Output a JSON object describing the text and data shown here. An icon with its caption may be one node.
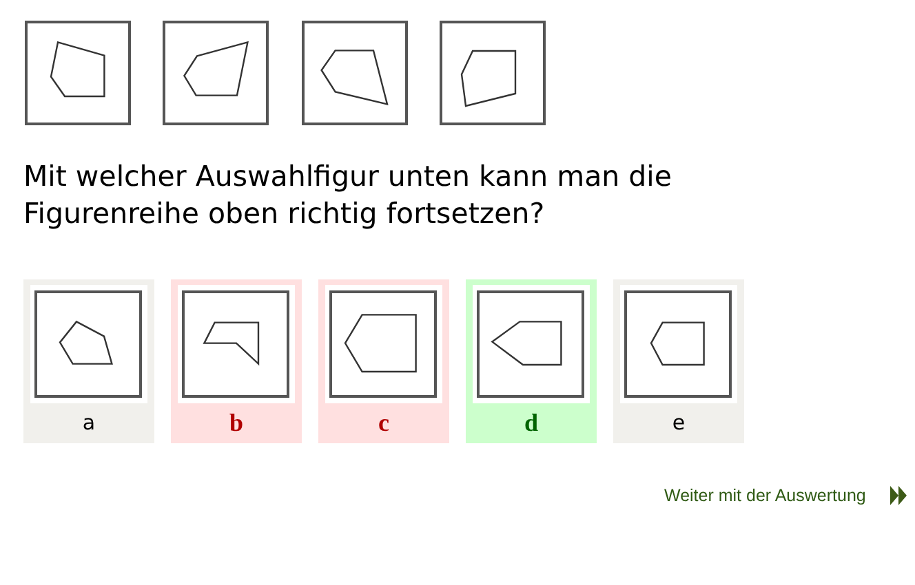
{
  "diagram": {
    "nodes": [
      {
        "text": [],
        "shape": "picture"
      },
      {
        "text": [],
        "shape": "picture"
      },
      {
        "text": [],
        "shape": "picture"
      },
      {
        "text": [],
        "shape": "picture"
      },
      {
        "text": [
          "a"
        ]
      },
      {
        "text": [
          "b"
        ]
      },
      {
        "text": [
          "c"
        ]
      },
      {
        "text": [
          "d"
        ]
      },
      {
        "text": [
          "e"
        ]
      }
    ],
    "labels": [
      "Mit welcher Auswahlfigur unten kann man die Figurenreihe oben richtig fortsetzen?",
      "Weiter mit der Auswertung"
    ]
  }
}
